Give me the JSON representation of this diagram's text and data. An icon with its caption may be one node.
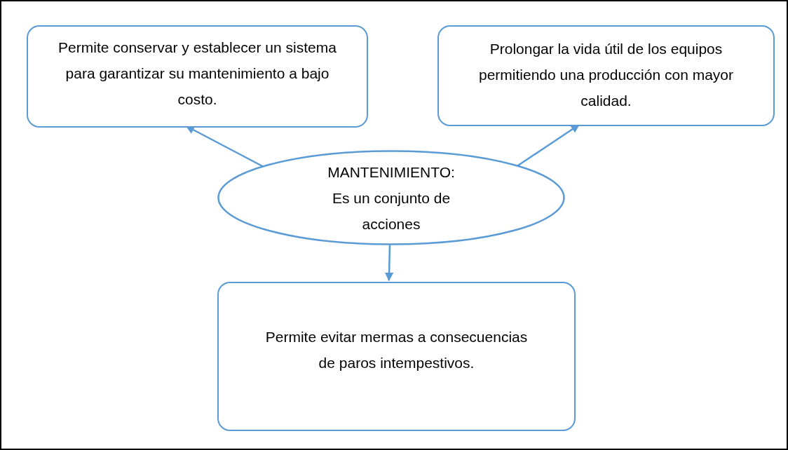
{
  "diagram": {
    "nodes": [
      {
        "text": [
          "Permite conservar y establecer un sistema para garantizar su mantenimiento a bajo costo."
        ]
      },
      {
        "text": [
          "Prolongar la vida útil de los equipos permitiendo una producción con mayor calidad."
        ]
      },
      {
        "text": [
          "MANTENIMIENTO: Es un conjunto de acciones"
        ]
      },
      {
        "text": [
          "Permite evitar mermas a consecuencias de paros intempestivos."
        ]
      }
    ],
    "edges": [
      {
        "from": 2,
        "to": 0,
        "arrow": "to"
      },
      {
        "from": 2,
        "to": 1,
        "arrow": "to"
      },
      {
        "from": 2,
        "to": 3,
        "arrow": "to"
      }
    ]
  }
}
